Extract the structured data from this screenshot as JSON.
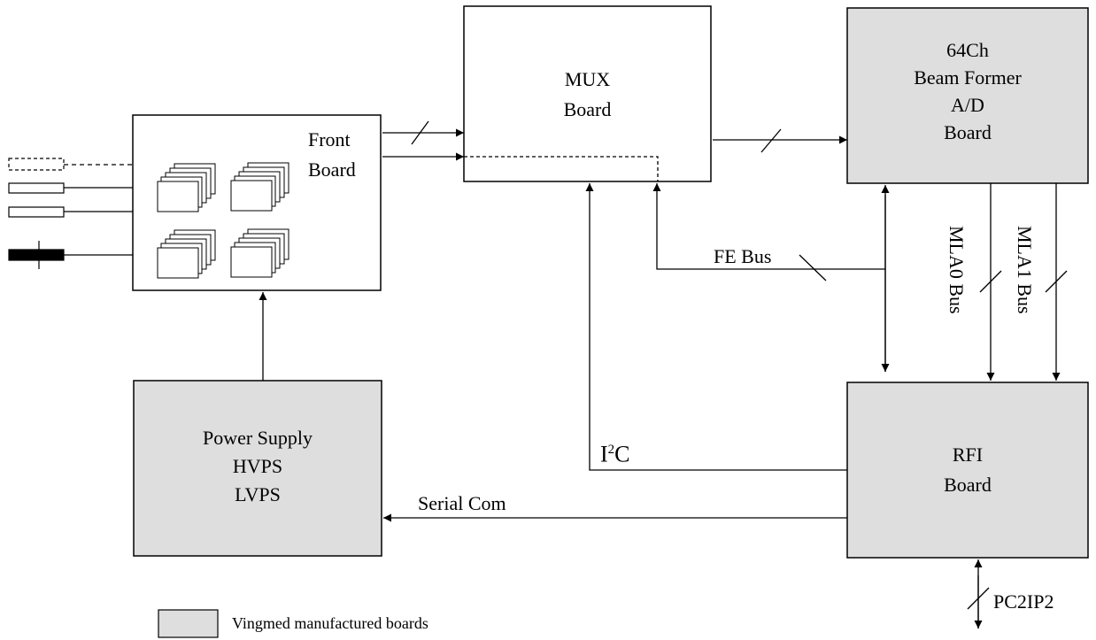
{
  "colors": {
    "vingmed_fill": "#dedede",
    "line": "#000000",
    "background": "#ffffff"
  },
  "blocks": {
    "front": {
      "line1": "Front",
      "line2": "Board"
    },
    "mux": {
      "line1": "MUX",
      "line2": "Board"
    },
    "beamformer": {
      "line1": "64Ch",
      "line2": "Beam Former",
      "line3": "A/D",
      "line4": "Board"
    },
    "power": {
      "line1": "Power Supply",
      "line2": "HVPS",
      "line3": "LVPS"
    },
    "rfi": {
      "line1": "RFI",
      "line2": "Board"
    }
  },
  "buses": {
    "fe_bus": "FE Bus",
    "mla0": "MLA0 Bus",
    "mla1": "MLA1 Bus",
    "i2c_base": "I",
    "i2c_sup": "2",
    "i2c_tail": "C",
    "serial": "Serial Com",
    "pc2ip2": "PC2IP2"
  },
  "legend": {
    "label": "Vingmed manufactured boards"
  }
}
